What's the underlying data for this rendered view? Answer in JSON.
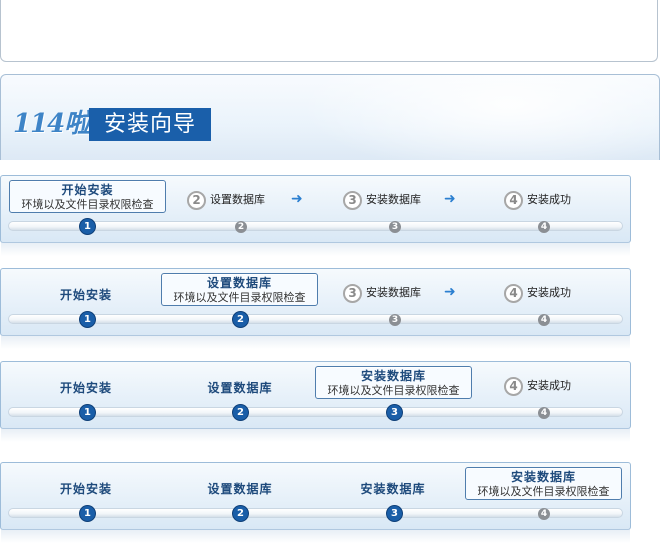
{
  "header": {
    "logo_text": "114啦",
    "title": "安装向导"
  },
  "callout_subtitle": "环境以及文件目录权限检查",
  "arrow_glyph": "➜",
  "panels": [
    {
      "step1_callout": "开始安装",
      "step2_label": "设置数据库",
      "step2_num": "2",
      "step3_label": "安装数据库",
      "step3_num": "3",
      "step4_label": "安装成功",
      "step4_num": "4",
      "dots": [
        "1",
        "2",
        "3",
        "4"
      ]
    },
    {
      "step1_done": "开始安装",
      "step2_callout": "设置数据库",
      "step3_label": "安装数据库",
      "step3_num": "3",
      "step4_label": "安装成功",
      "step4_num": "4",
      "dots": [
        "1",
        "2",
        "3",
        "4"
      ]
    },
    {
      "step1_done": "开始安装",
      "step2_done": "设置数据库",
      "step3_callout": "安装数据库",
      "step4_label": "安装成功",
      "step4_num": "4",
      "dots": [
        "1",
        "2",
        "3",
        "4"
      ]
    },
    {
      "step1_done": "开始安装",
      "step2_done": "设置数据库",
      "step3_done": "安装数据库",
      "step4_callout": "安装数据库",
      "dots": [
        "1",
        "2",
        "3",
        "4"
      ]
    }
  ],
  "colors": {
    "active_dot": "#1a5ea8",
    "inactive_dot": "#8b8f94",
    "title_bg": "#1a5faa",
    "arrow": "#2b7fd0"
  },
  "icons": {
    "arrow": "arrow-right-icon"
  }
}
